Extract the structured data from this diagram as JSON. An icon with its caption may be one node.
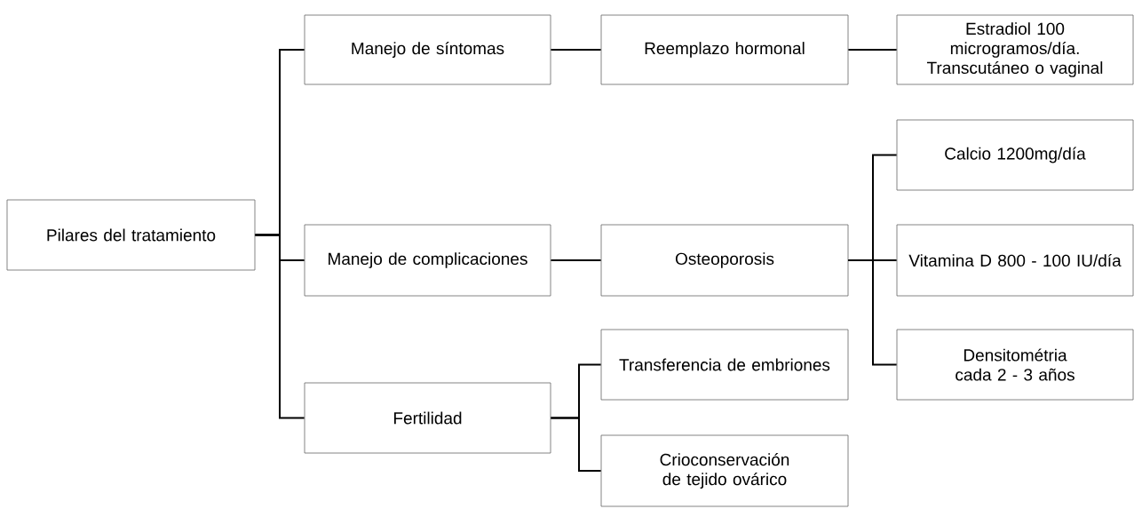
{
  "diagram": {
    "nodes": [
      {
        "text": [
          "Pilares del tratamiento"
        ]
      },
      {
        "text": [
          "Manejo de síntomas"
        ]
      },
      {
        "text": [
          "Manejo de complicaciones"
        ]
      },
      {
        "text": [
          "Fertilidad"
        ]
      },
      {
        "text": [
          "Reemplazo hormonal"
        ]
      },
      {
        "text": [
          "Estradiol 100 microgramos/día. Transcutáneo o vaginal"
        ]
      },
      {
        "text": [
          "Osteoporosis"
        ]
      },
      {
        "text": [
          "Calcio 1200mg/día"
        ]
      },
      {
        "text": [
          "Vitamina D 800 - 100 IU/día"
        ]
      },
      {
        "text": [
          "Densitométria cada 2 - 3 años"
        ]
      },
      {
        "text": [
          "Transferencia de embriones"
        ]
      },
      {
        "text": [
          "Crioconservación de tejido ovárico"
        ]
      }
    ],
    "edges": [
      {
        "from": 0,
        "to": 1,
        "arrow": "none"
      },
      {
        "from": 0,
        "to": 2,
        "arrow": "none"
      },
      {
        "from": 0,
        "to": 3,
        "arrow": "none"
      },
      {
        "from": 1,
        "to": 4,
        "arrow": "none"
      },
      {
        "from": 4,
        "to": 5,
        "arrow": "none"
      },
      {
        "from": 2,
        "to": 6,
        "arrow": "none"
      },
      {
        "from": 6,
        "to": 7,
        "arrow": "none"
      },
      {
        "from": 6,
        "to": 8,
        "arrow": "none"
      },
      {
        "from": 6,
        "to": 9,
        "arrow": "none"
      },
      {
        "from": 3,
        "to": 10,
        "arrow": "none"
      },
      {
        "from": 3,
        "to": 11,
        "arrow": "none"
      }
    ]
  }
}
